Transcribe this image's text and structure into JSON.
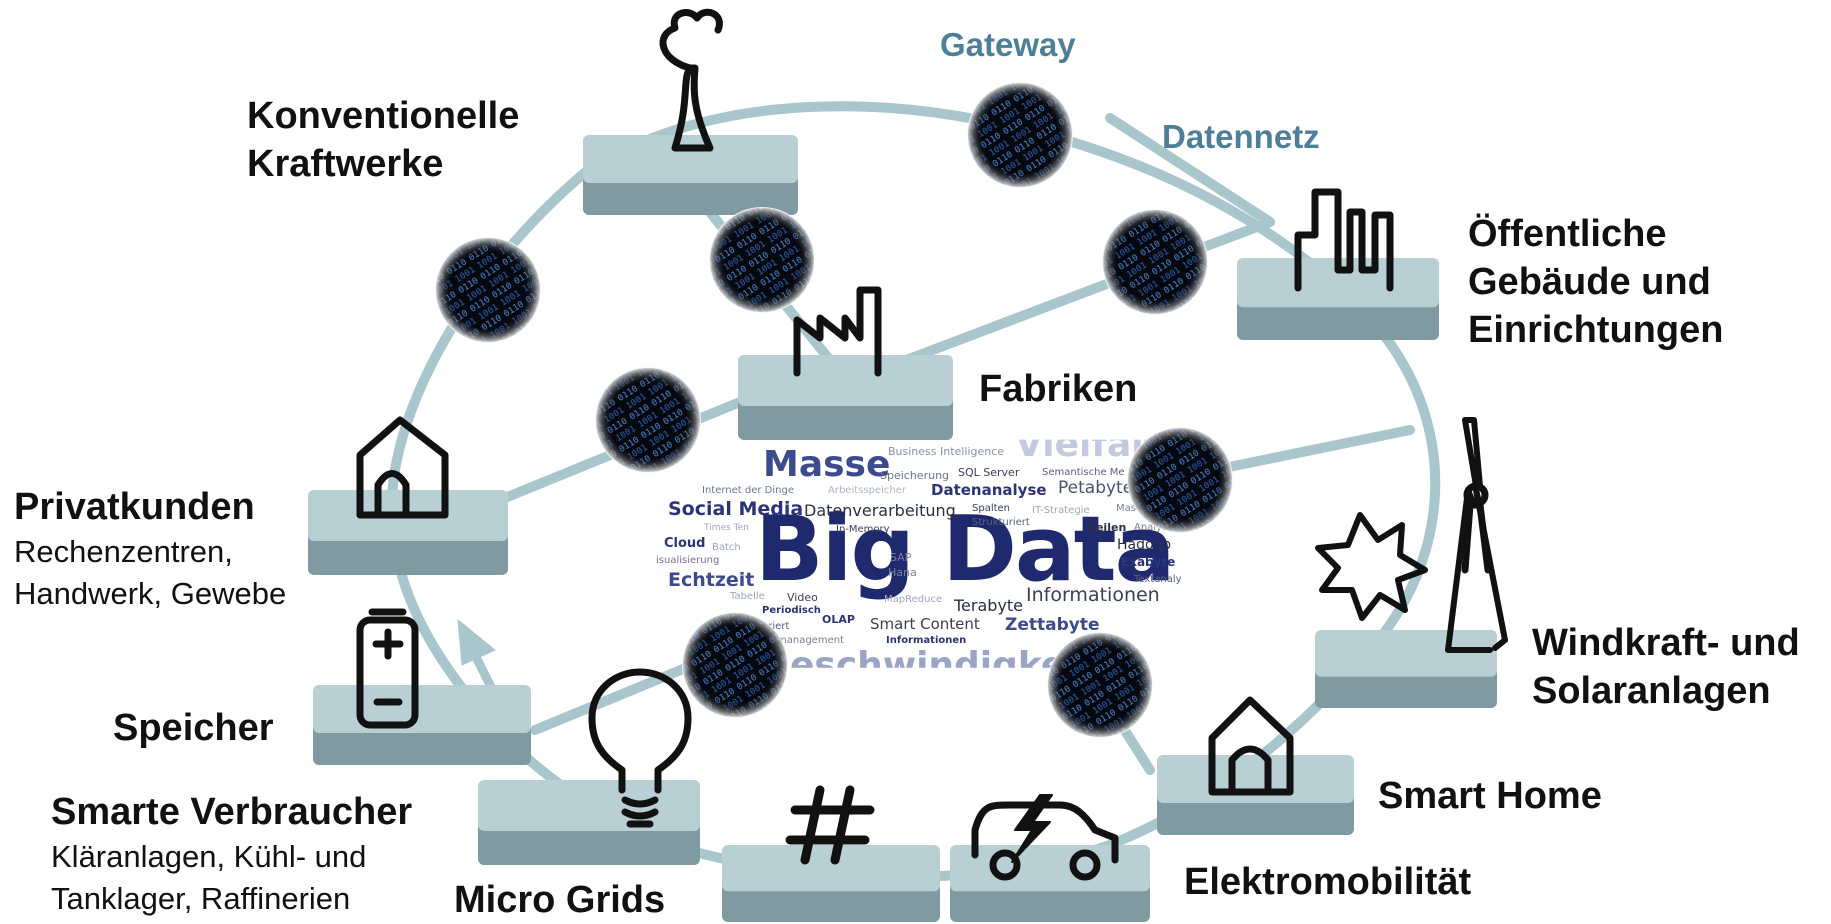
{
  "network": {
    "gateway": "Gateway",
    "datennetz": "Datennetz"
  },
  "labels": {
    "konventionelle": [
      "Konventionelle",
      "Kraftwerke"
    ],
    "oeffentliche": [
      "Öffentliche",
      "Gebäude und",
      "Einrichtungen"
    ],
    "fabriken": "Fabriken",
    "privatkunden": {
      "title": "Privatkunden",
      "lines": [
        "Rechenzentren,",
        "Handwerk, Gewebe"
      ]
    },
    "windkraft": [
      "Windkraft- und",
      "Solaranlagen"
    ],
    "speicher": "Speicher",
    "smart_home": "Smart Home",
    "smarte_verbraucher": {
      "title": "Smarte Verbraucher",
      "lines": [
        "Kläranlagen, Kühl- und",
        "Tanklager, Raffinerien"
      ]
    },
    "micro_grids": "Micro Grids",
    "elektromobilitaet": "Elektromobilität"
  },
  "wordcloud": {
    "center": "Big Data",
    "words": {
      "masse": "Masse",
      "vielfalt": "Vielfalt",
      "business_intelligence": "Business Intelligence",
      "speicherung": "Speicherung",
      "sql_server": "SQL Server",
      "semantische": "Semantische Me",
      "internet_der_dinge": "Internet der Dinge",
      "arbeitsspeicher": "Arbeitsspeicher",
      "datenanalyse": "Datenanalyse",
      "petabytes": "Petabytes",
      "social_media": "Social Media",
      "datenverarbeitung": "Datenverarbeitung",
      "spalten": "Spalten",
      "it_strategie": "IT-Strategie",
      "massiv": "Massiv-p",
      "times_ten": "Times Ten",
      "in_memory": "In-Memory",
      "strukturiert": "Strukturiert",
      "zeilen": "Zeilen",
      "analyse": "Analyse",
      "cloud": "Cloud",
      "batch": "Batch",
      "sap": "SAP",
      "hana": "Hana",
      "hadoop": "Hadoop",
      "visualisierung": "isualisierung",
      "exabyte": "Exabyte",
      "echtzeit": "Echtzeit",
      "textanalyse": "Textanaly",
      "tabelle": "Tabelle",
      "video": "Video",
      "mapreduce": "MapReduce",
      "informationen_big": "Informationen",
      "periodisch": "Periodisch",
      "terabyte": "Terabyte",
      "olap": "OLAP",
      "smart_content": "Smart Content",
      "unstrukturiert": "turiert",
      "zettabyte": "Zettabyte",
      "management": "management",
      "informationen_small": "Informationen",
      "geschwindigkeit": "eschwindigkeit"
    }
  },
  "colors": {
    "ring": "#a9c6cc",
    "box_top": "#b8cfd3",
    "box_side": "#7f9aa0",
    "network_text": "#4e7f99",
    "cloud_dark": "#1f2a6e",
    "cloud_mid": "#3c4a8e",
    "cloud_light": "#9aa4c4"
  }
}
